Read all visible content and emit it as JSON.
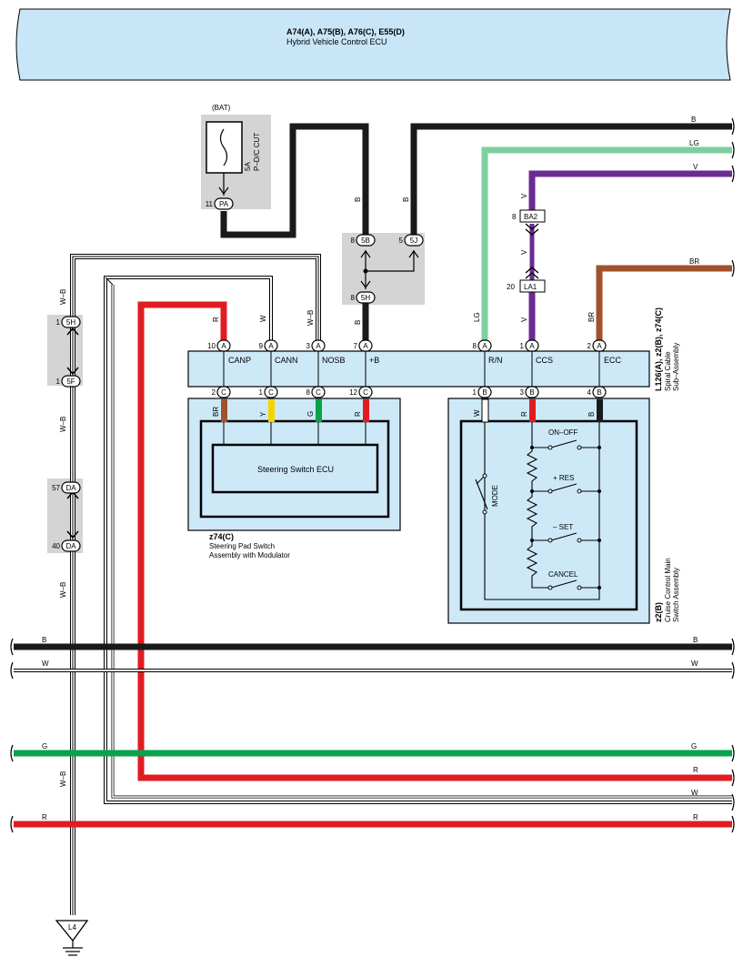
{
  "ecu": {
    "connectors": "A74(A), A75(B), A76(C), E55(D)",
    "name": "Hybrid Vehicle Control ECU"
  },
  "fuse": {
    "source": "(BAT)",
    "rating": "5A",
    "name": "P–D/C CUT",
    "pin": "11",
    "conn": "PA"
  },
  "junctions": {
    "j5b_pin": "8",
    "j5b": "5B",
    "j5j_pin": "5",
    "j5j": "5J",
    "j5h_pin": "8",
    "j5h": "5H",
    "l5h_pin": "1",
    "l5h": "5H",
    "l5f_pin": "1",
    "l5f": "5F",
    "da1_pin": "57",
    "da1": "DA",
    "da2_pin": "40",
    "da2": "DA",
    "ba2_pin": "8",
    "ba2": "BA2",
    "la1_pin": "20",
    "la1": "LA1"
  },
  "wire_colors": {
    "b": "B",
    "w": "W",
    "r": "R",
    "g": "G",
    "lg": "LG",
    "v": "V",
    "br": "BR",
    "y": "Y",
    "wb": "W–B"
  },
  "spiral": {
    "ids": "L126(A), z2(B), z74(C)",
    "name1": "Spiral Cable",
    "name2": "Sub–Assembly",
    "top_pins": [
      "10",
      "9",
      "3",
      "7",
      "8",
      "1",
      "2"
    ],
    "top_conn": "A",
    "labels": [
      "CANP",
      "CANN",
      "NOSB",
      "+B",
      "R/N",
      "CCS",
      "ECC"
    ],
    "bot_left_pins": [
      "2",
      "1",
      "8",
      "12"
    ],
    "bot_left_conn": "C",
    "bot_right_pins": [
      "1",
      "3",
      "4"
    ],
    "bot_right_conn": "B"
  },
  "steering": {
    "ecu_label": "Steering Switch ECU",
    "id": "z74(C)",
    "name1": "Steering Pad Switch",
    "name2": "Assembly with Modulator"
  },
  "cruise": {
    "id": "z2(B)",
    "name1": "Cruise Control Main",
    "name2": "Switch Assembly",
    "on_off": "ON–OFF",
    "res": "+ RES",
    "set": "– SET",
    "cancel": "CANCEL",
    "mode": "MODE"
  },
  "ground": {
    "label": "L4"
  },
  "colors": {
    "black": "#1a1a1a",
    "red": "#e11b22",
    "green": "#0aa14b",
    "lightgreen": "#7dcfa0",
    "violet": "#6b2c91",
    "brown": "#a0522d",
    "yellow": "#f5d200",
    "panel": "#cde9f8",
    "gray": "#d4d4d4"
  }
}
